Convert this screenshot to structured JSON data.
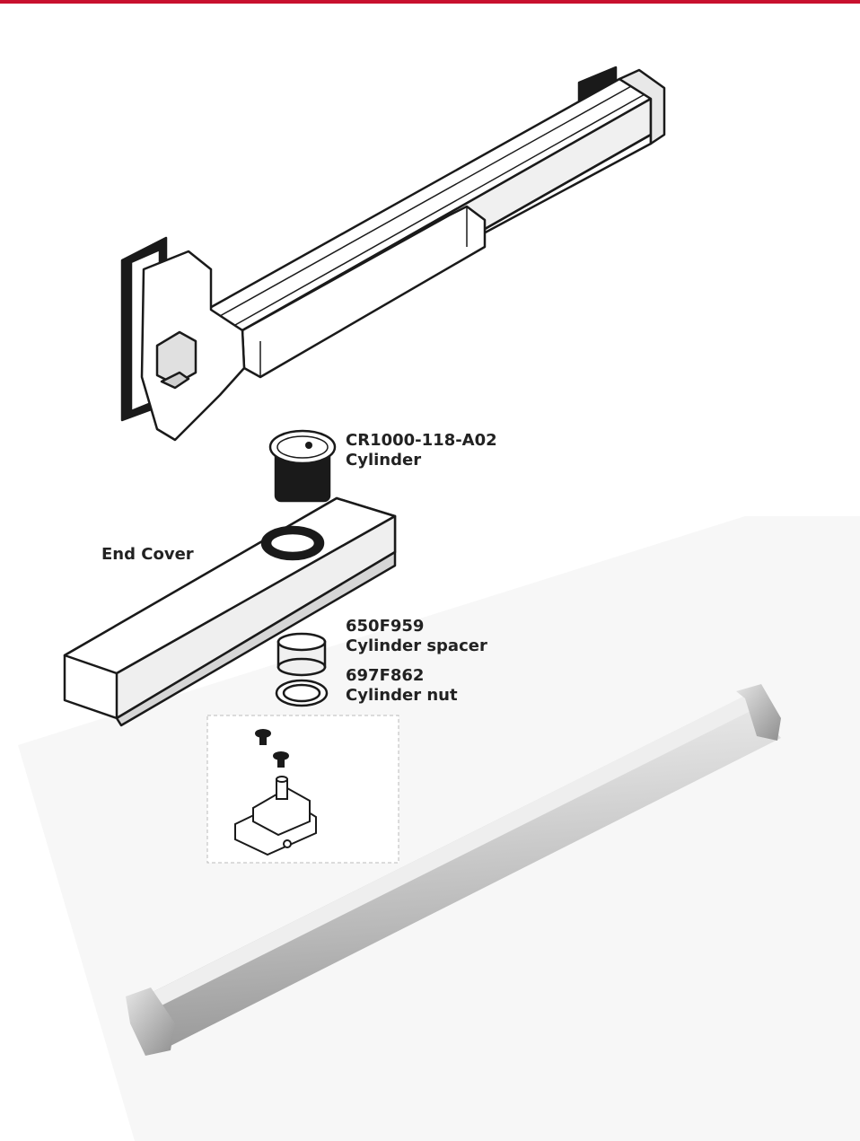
{
  "colors": {
    "accent_rule": "#c8102e",
    "line": "#1a1a1a",
    "text": "#222222"
  },
  "parts": {
    "cylinder": {
      "part_no": "CR1000-118-A02",
      "name": "Cylinder"
    },
    "end_cover": {
      "name": "End Cover"
    },
    "spacer": {
      "part_no": "650F959",
      "name": "Cylinder spacer"
    },
    "nut": {
      "part_no": "697F862",
      "name": "Cylinder nut"
    }
  },
  "icons": {
    "exit_device": "panic-bar-drawing",
    "cover": "end-cover-drawing",
    "photo": "push-bar-photo"
  }
}
